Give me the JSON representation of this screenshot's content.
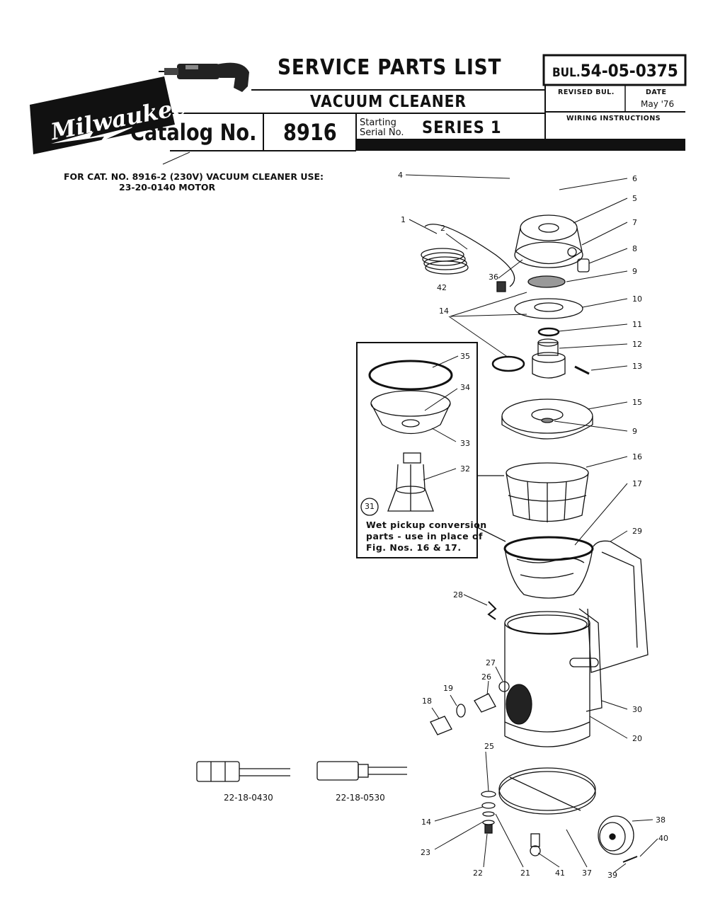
{
  "brand": "Milwaukee",
  "header": {
    "title": "SERVICE PARTS LIST",
    "subtitle": "VACUUM CLEANER",
    "catalog_label": "Catalog No.",
    "catalog_number": "8916",
    "starting_label_1": "Starting",
    "starting_label_2": "Serial No.",
    "serial": "SERIES 1",
    "bulletin_prefix": "BUL.",
    "bulletin_number": "54-05-0375",
    "revised_bul_label": "REVISED BUL.",
    "date_label": "DATE",
    "date_value": "May '76",
    "wiring_label": "WIRING INSTRUCTIONS"
  },
  "notes": {
    "line1": "FOR CAT. NO. 8916-2 (230V) VACUUM CLEANER USE:",
    "line2": "23-20-0140   MOTOR"
  },
  "wet_pickup": {
    "fig_number": "31",
    "line1": "Wet pickup conversion",
    "line2": "parts - use in place of",
    "line3": "Fig. Nos. 16 & 17."
  },
  "plugs": {
    "left": "22-18-0430",
    "right": "22-18-0530"
  },
  "callouts": {
    "c1": "1",
    "c2": "2",
    "c4": "4",
    "c5": "5",
    "c6": "6",
    "c7": "7",
    "c8": "8",
    "c9a": "9",
    "c9b": "9",
    "c10": "10",
    "c11": "11",
    "c12": "12",
    "c13": "13",
    "c14a": "14",
    "c14b": "14",
    "c15": "15",
    "c16": "16",
    "c17": "17",
    "c18": "18",
    "c19": "19",
    "c20": "20",
    "c21": "21",
    "c22": "22",
    "c23": "23",
    "c25": "25",
    "c26": "26",
    "c27": "27",
    "c28": "28",
    "c29": "29",
    "c30": "30",
    "c32": "32",
    "c33": "33",
    "c34": "34",
    "c35": "35",
    "c36": "36",
    "c37": "37",
    "c38": "38",
    "c39": "39",
    "c40": "40",
    "c41": "41",
    "c42": "42"
  }
}
